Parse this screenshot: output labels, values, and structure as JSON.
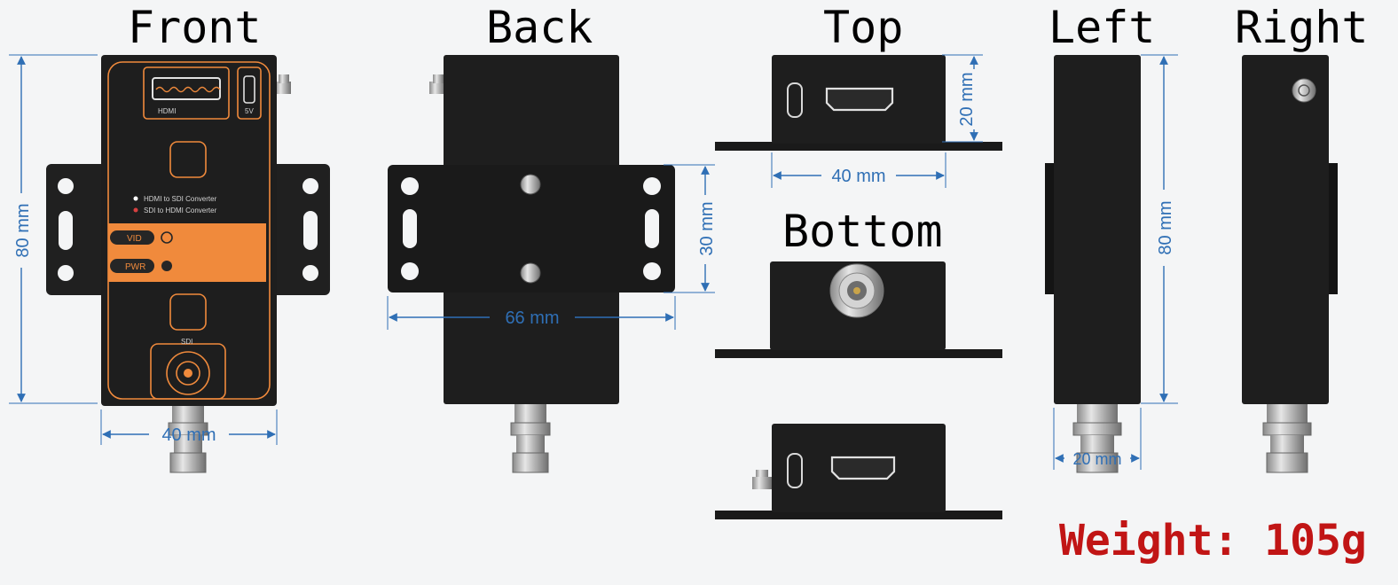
{
  "views": {
    "front": "Front",
    "back": "Back",
    "top": "Top",
    "bottom": "Bottom",
    "left": "Left",
    "right": "Right"
  },
  "dimensions": {
    "front_height": "80 mm",
    "front_width": "40 mm",
    "back_width": "66 mm",
    "back_flange": "30 mm",
    "top_height": "20 mm",
    "top_width": "40 mm",
    "left_height": "80 mm",
    "left_width": "20 mm"
  },
  "panel": {
    "port_hdmi": "HDMI",
    "port_usb": "5V",
    "mode_hdmi_sdi": "HDMI to SDI Converter",
    "mode_sdi_hdmi": "SDI to HDMI Converter",
    "led_vid": "VID",
    "led_pwr": "PWR",
    "port_sdi": "SDI"
  },
  "weight": "Weight: 105g",
  "colors": {
    "dimension": "#2f6fb5",
    "accent": "#f08a3c",
    "weight": "#c11515",
    "body": "#1e1e1e"
  }
}
